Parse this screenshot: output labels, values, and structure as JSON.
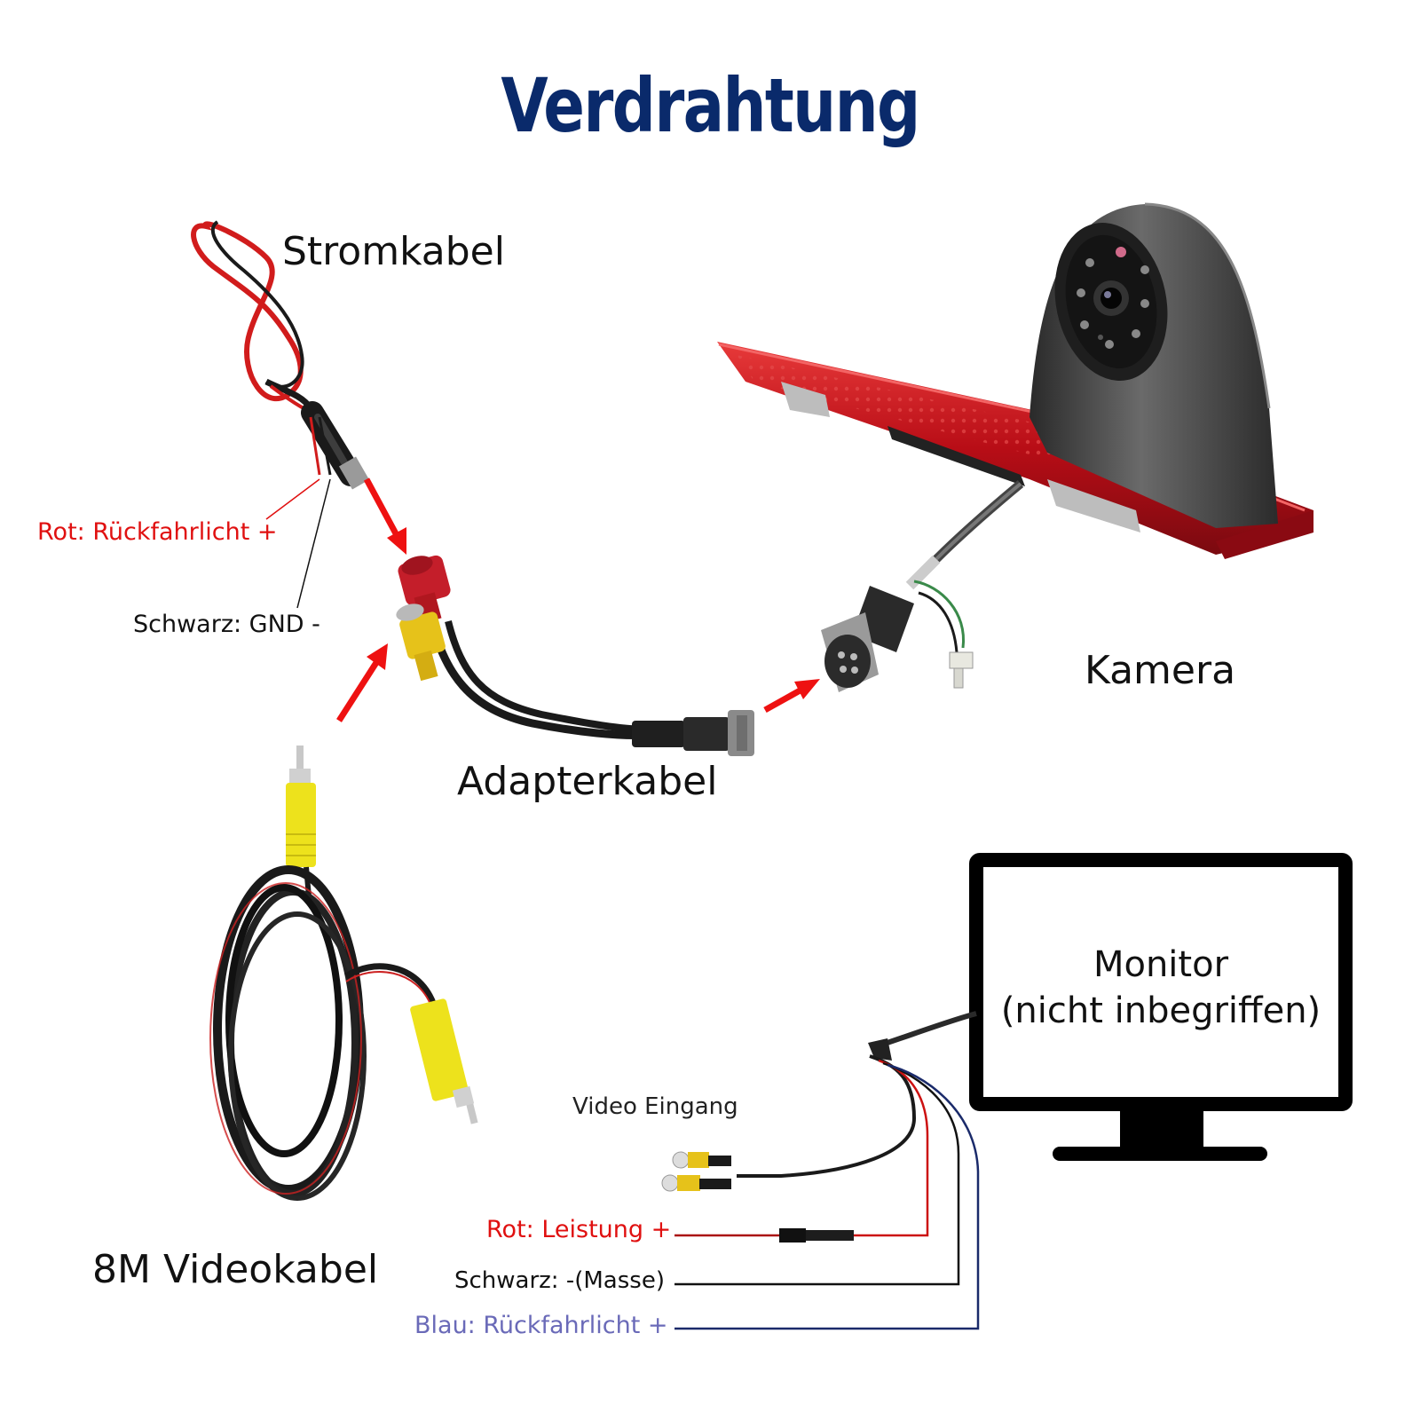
{
  "title": "Verdrahtung",
  "labels": {
    "stromkabel": "Stromkabel",
    "rot_rueckfahrlicht": "Rot: Rückfahrlicht +",
    "schwarz_gnd": "Schwarz: GND -",
    "adapterkabel": "Adapterkabel",
    "kamera": "Kamera",
    "videokabel": "8M Videokabel",
    "monitor_line1": "Monitor",
    "monitor_line2": "(nicht inbegriffen)",
    "video_eingang": "Video Eingang",
    "rot_leistung": "Rot: Leistung +",
    "schwarz_masse": "Schwarz:  -(Masse)",
    "blau_rueckfahrlicht": "Blau: Rückfahrlicht +"
  },
  "colors": {
    "title": "#0a2a6b",
    "red_label": "#e01010",
    "blue_label": "#6a6ab8",
    "arrow": "#ee1111",
    "brake_light": "#c8101a",
    "rca_yellow": "#f0e21a"
  }
}
